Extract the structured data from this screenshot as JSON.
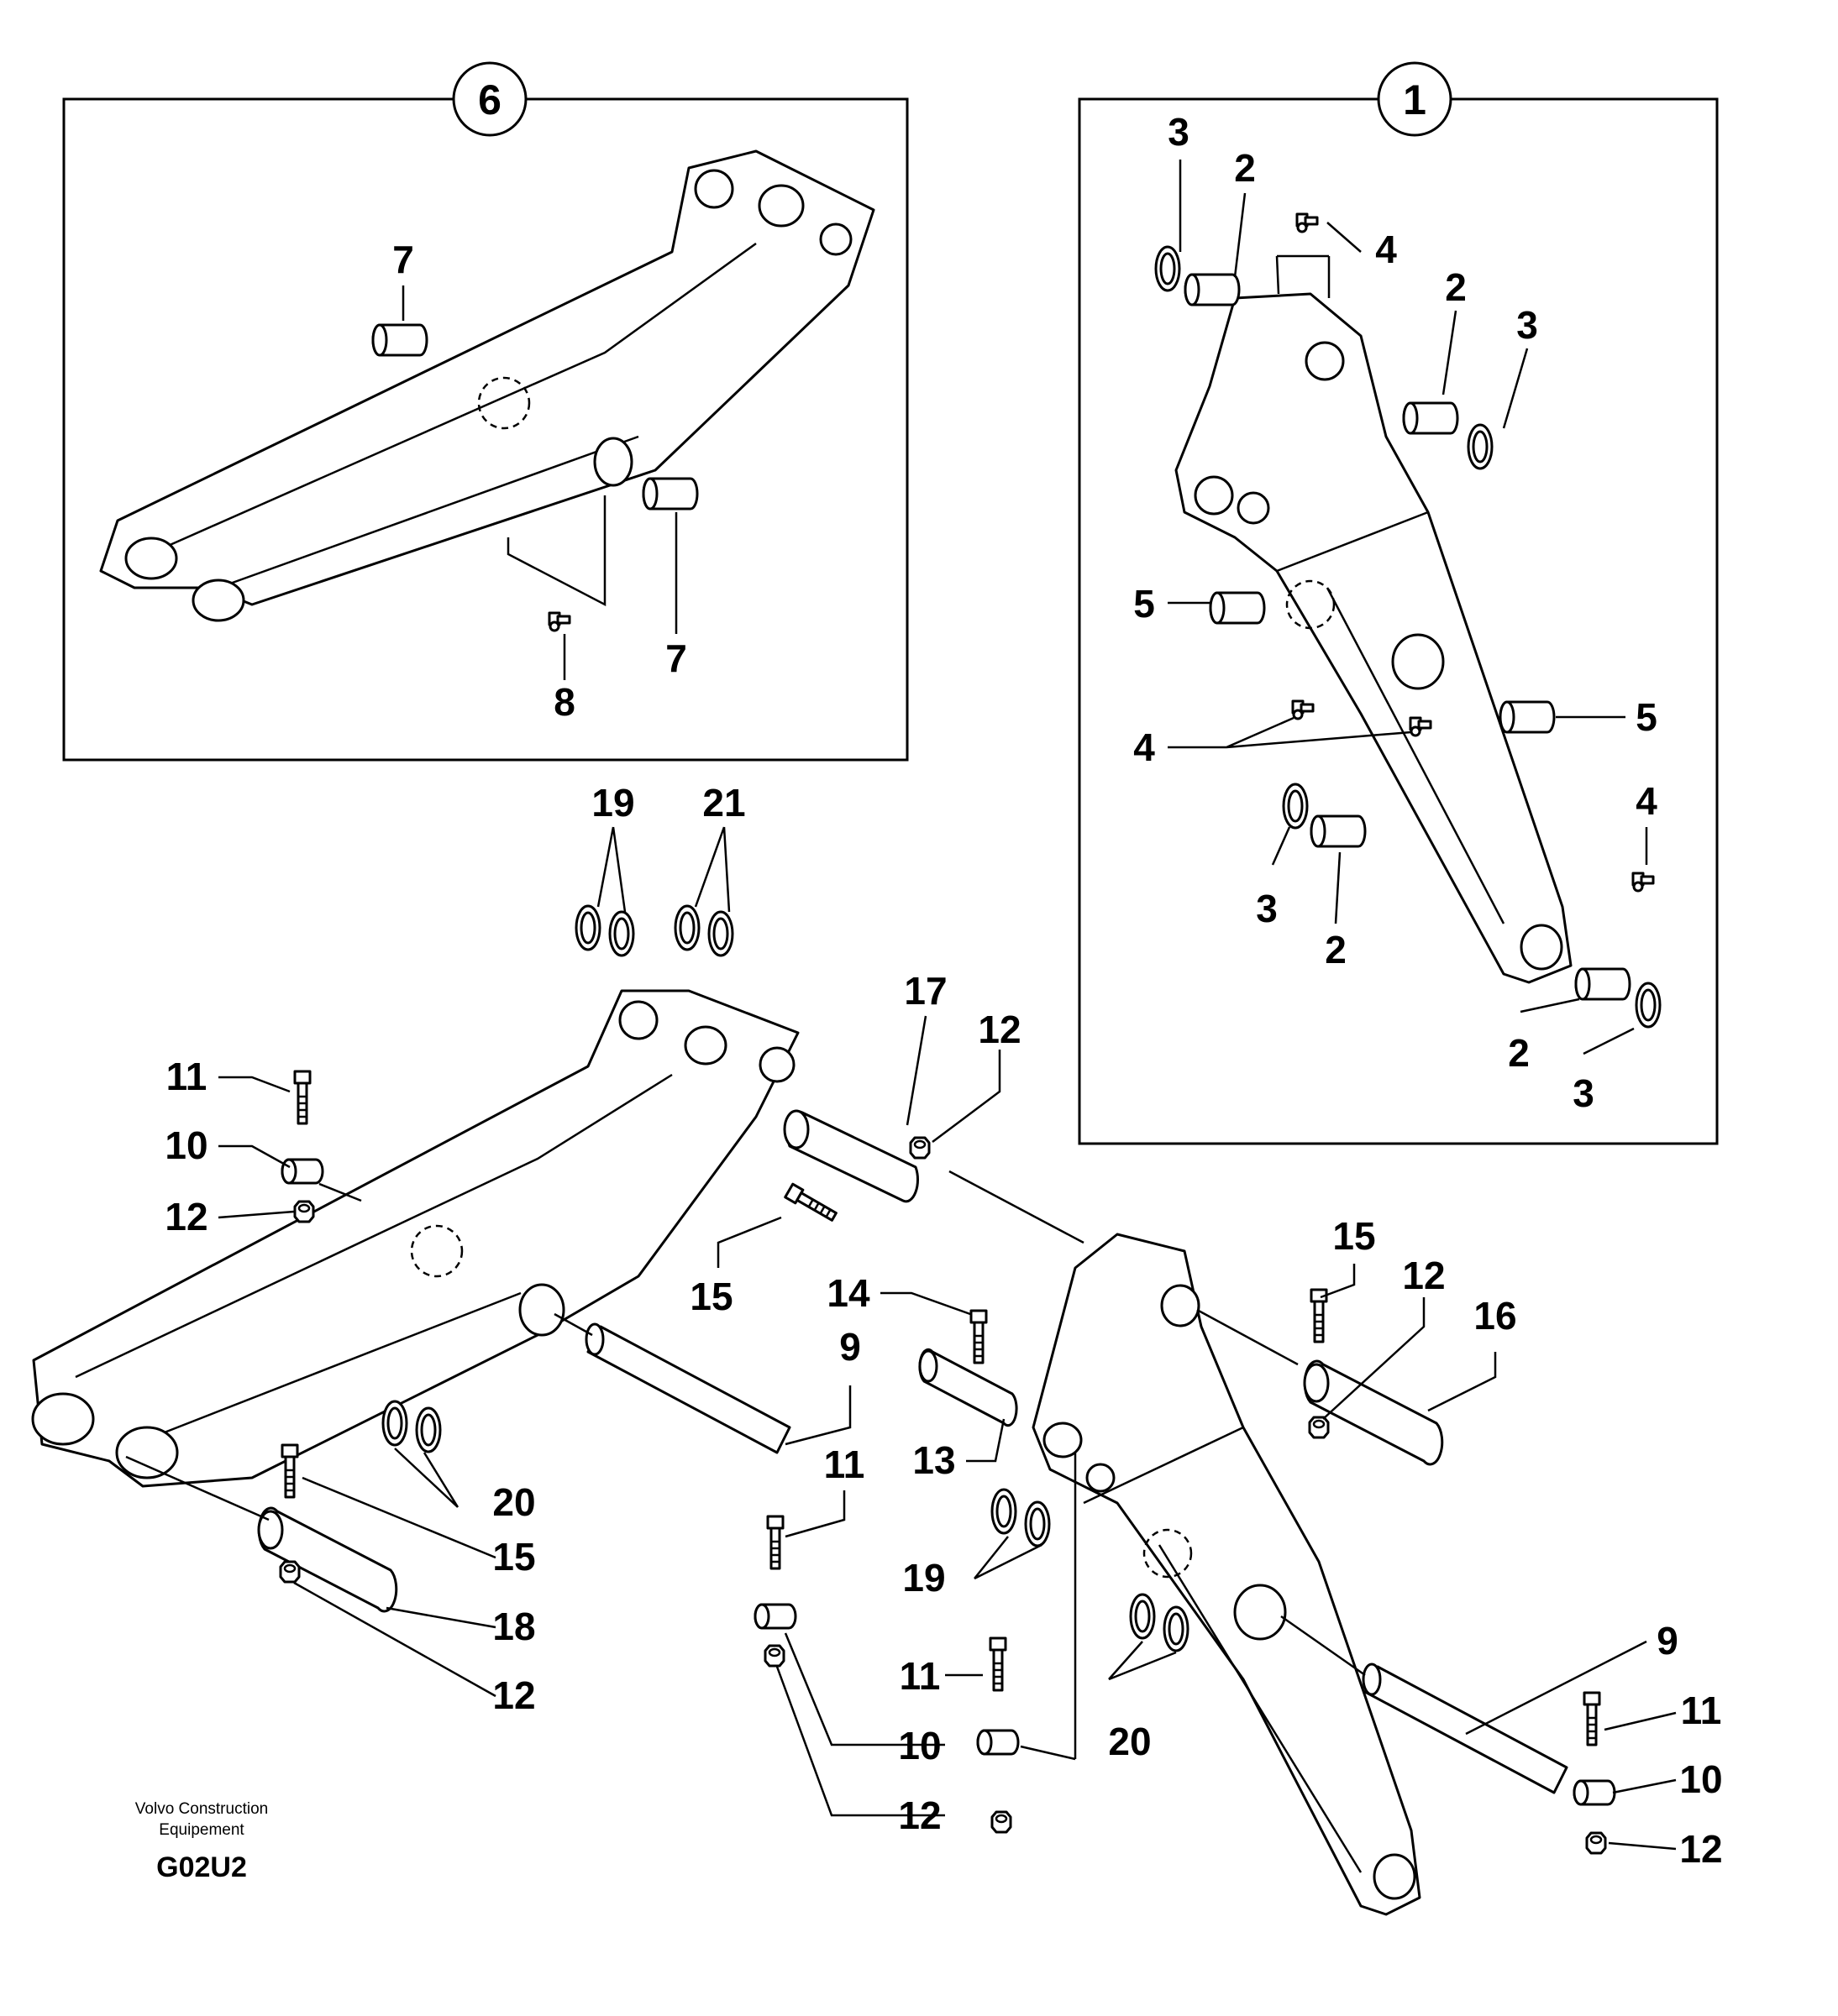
{
  "panels": {
    "top_left": {
      "number": "6"
    },
    "top_right": {
      "number": "1"
    }
  },
  "callouts": {
    "tl_7a": "7",
    "tl_7b": "7",
    "tl_8": "8",
    "tr_3a": "3",
    "tr_2a": "2",
    "tr_4a": "4",
    "tr_2b": "2",
    "tr_3b": "3",
    "tr_5a": "5",
    "tr_5b": "5",
    "tr_4b": "4",
    "tr_4c": "4",
    "tr_3c": "3",
    "tr_2c": "2",
    "tr_2d": "2",
    "tr_3d": "3",
    "m_19a": "19",
    "m_21": "21",
    "m_17": "17",
    "m_12a": "12",
    "m_11a": "11",
    "m_10a": "10",
    "m_12b": "12",
    "m_15a": "15",
    "m_14": "14",
    "m_9a": "9",
    "m_13": "13",
    "m_15b": "15",
    "m_12c": "12",
    "m_16": "16",
    "m_20a": "20",
    "m_15c": "15",
    "m_18": "18",
    "m_12d": "12",
    "m_11b": "11",
    "m_19b": "19",
    "m_20b": "20",
    "m_11c": "11",
    "m_10b": "10",
    "m_12e": "12",
    "m_9b": "9",
    "m_11d": "11",
    "m_10c": "10",
    "m_12f": "12"
  },
  "footer": {
    "manufacturer_line1": "Volvo Construction",
    "manufacturer_line2": "Equipement",
    "code": "G02U2"
  }
}
